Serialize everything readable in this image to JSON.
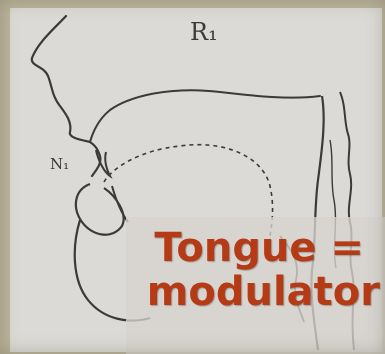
{
  "labels": {
    "top_label": "R₁",
    "left_label": "N₁"
  },
  "caption": {
    "line1": "Tongue =",
    "line2": "modulator"
  },
  "colors": {
    "background": "#bcb59e",
    "panel": "#dcdad6",
    "ink": "#3a3a3a",
    "caption_text": "#b53a16"
  }
}
